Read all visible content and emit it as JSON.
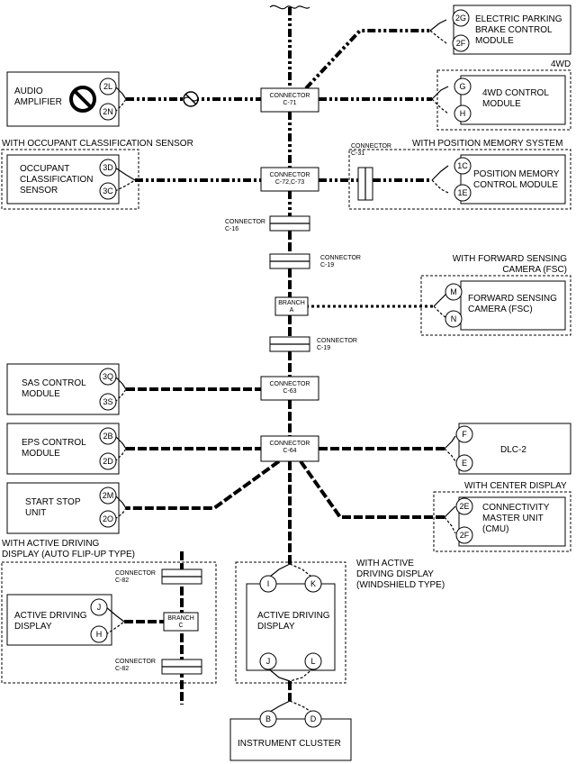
{
  "nodes": {
    "epb": "ELECTRIC PARKING\nBRAKE CONTROL\nMODULE",
    "audio": "AUDIO\nAMPLIFIER",
    "fwd4": "4WD CONTROL\nMODULE",
    "occ": "OCCUPANT\nCLASSIFICATION\nSENSOR",
    "pos": "POSITION MEMORY\nCONTROL MODULE",
    "fsc": "FORWARD SENSING\nCAMERA (FSC)",
    "sas": "SAS CONTROL\nMODULE",
    "eps": "EPS CONTROL\nMODULE",
    "dlc": "DLC-2",
    "ssu": "START STOP\nUNIT",
    "cmu": "CONNECTIVITY\nMASTER UNIT\n(CMU)",
    "adda": "ACTIVE DRIVING\nDISPLAY",
    "addw": "ACTIVE DRIVING\nDISPLAY",
    "ic": "INSTRUMENT CLUSTER"
  },
  "groups": {
    "g4wd": "4WD",
    "gocc": "WITH OCCUPANT CLASSIFICATION SENSOR",
    "gpos": "WITH POSITION MEMORY SYSTEM",
    "gfsc": "WITH FORWARD SENSING\nCAMERA (FSC)",
    "gcmu": "WITH CENTER DISPLAY",
    "gadda": "WITH ACTIVE DRIVING\nDISPLAY (AUTO FLIP-UP TYPE)",
    "gaddw": "WITH ACTIVE\nDRIVING DISPLAY\n(WINDSHIELD TYPE)"
  },
  "connectors": {
    "c71": "CONNECTOR\nC-71",
    "c7273": "CONNECTOR\nC-72,C-73",
    "c31": "CONNECTOR\nC-31",
    "c16": "CONNECTOR\nC-16",
    "c19a": "CONNECTOR\nC-19",
    "c19b": "CONNECTOR\nC-19",
    "brA": "BRANCH\nA",
    "brC": "BRANCH\nC",
    "c63": "CONNECTOR\nC-63",
    "c64": "CONNECTOR\nC-64",
    "c82a": "CONNECTOR\nC-82",
    "c82b": "CONNECTOR\nC-82"
  },
  "pins": {
    "epb1": "2G",
    "epb2": "2F",
    "aud1": "2L",
    "aud2": "2N",
    "w4d1": "G",
    "w4d2": "H",
    "occ1": "3D",
    "occ2": "3C",
    "pos1": "1C",
    "pos2": "1E",
    "fsc1": "M",
    "fsc2": "N",
    "sas1": "3Q",
    "sas2": "3S",
    "eps1": "2B",
    "eps2": "2D",
    "dlc1": "F",
    "dlc2": "E",
    "ssu1": "2M",
    "ssu2": "2O",
    "cmu1": "2E",
    "cmu2": "2F",
    "adda1": "J",
    "adda2": "H",
    "addw1": "I",
    "addw2": "K",
    "addw3": "J",
    "addw4": "L",
    "ic1": "B",
    "ic2": "D"
  },
  "icons": {
    "audio_prohibit": "prohibited-icon",
    "wire_prohibit": "prohibited-icon"
  }
}
